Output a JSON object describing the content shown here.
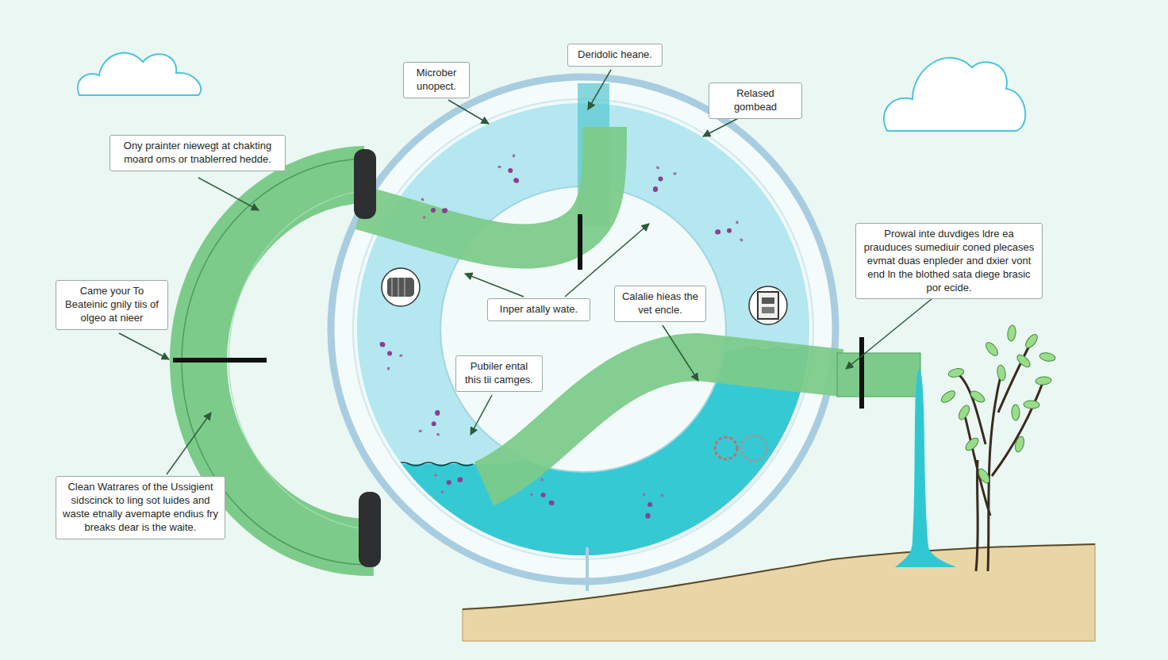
{
  "diagram": {
    "nodes": [
      {
        "text": [
          "Deridolic heane."
        ]
      },
      {
        "text": [
          "Microber unopect."
        ]
      },
      {
        "text": [
          "Relased gombead"
        ]
      },
      {
        "text": [
          "Ony prainter niewegt at chakting moard oms or tnablerred hedde."
        ]
      },
      {
        "text": [
          "Prowal inte duvdiges ldre ea prauduces sumediuir coned plecases evmat duas enpleder and dxier vont end ln the blothed sata diege brasic por ecide."
        ]
      },
      {
        "text": [
          "Came your To Beateinic gnily tiis of olgeo at nieer"
        ]
      },
      {
        "text": [
          "Calalie hieas the vet encle."
        ]
      },
      {
        "text": [
          "Inper atally wate."
        ]
      },
      {
        "text": [
          "Pubiler ental this tii camges."
        ]
      },
      {
        "text": [
          "Clean Watrares of the Ussigient sidscinck to ling sot luides and waste etnally avemapte endius fry breaks dear is the waite."
        ]
      }
    ]
  }
}
